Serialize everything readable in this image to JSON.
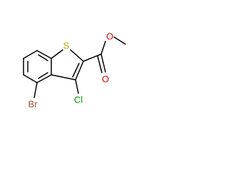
{
  "molecule": {
    "atoms": {
      "sulfur": "S",
      "oxygen_ether": "O",
      "oxygen_carbonyl": "O",
      "chlorine": "Cl",
      "bromine": "Br"
    },
    "colors": {
      "sulfur": "#b8a800",
      "oxygen": "#e00000",
      "chlorine": "#009900",
      "bromine": "#a0522d",
      "bond": "#000000"
    }
  }
}
